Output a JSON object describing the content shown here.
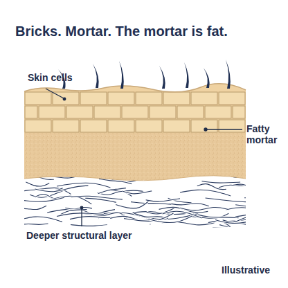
{
  "diagram": {
    "title": "Bricks. Mortar. The mortar is fat.",
    "labels": [
      "Skin cells",
      "Fatty mortar",
      "Deeper structural layer",
      "Illustrative"
    ]
  }
}
